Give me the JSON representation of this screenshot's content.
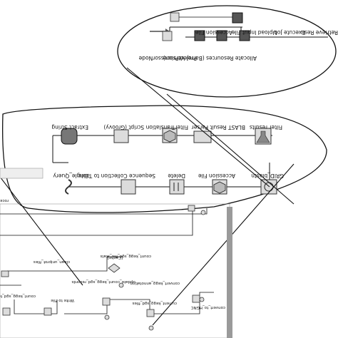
{
  "colors": {
    "line": "#111111",
    "icon_fill": "#dcdcdc",
    "panel": "#eeeeee",
    "highlight": "#9a9a9a"
  },
  "top_workflow": {
    "row1": {
      "accession_file": "Accession File",
      "upload_input_file": "Upload Input File",
      "execute_job": "Execute Job",
      "retrieve_results": "Retrieve Resu"
    },
    "row2": {
      "project_processor": "ProjectProcessorNode",
      "allocate_resources": "Allocate Resources (Barrel Version)"
    }
  },
  "middle_workflow": {
    "row1": {
      "extract_string": "Extract String",
      "filter_translation": "FilterTranslation Script (Groovy)",
      "blast_parser": "BLAST Result Parser",
      "filter_results": "Filter results"
    },
    "row2": {
      "single_query": "Single_Query",
      "sequence_collection": "Sequence Collection to Table",
      "delete": "Delete",
      "accession_file": "Accession File",
      "grid_blastn": "GRID_blastn"
    }
  },
  "bottom_workflow": {
    "left_label": "rocess",
    "label_a": "clean_uniprot_files",
    "label_b": "count_kegg_sgd_file_stats",
    "label_c": "update_count_kegg_sgd_records",
    "label_d": "convert_kegg_annotation",
    "label_e": "count_kegg_sgd_to_uniprot",
    "label_f": "Write to File",
    "label_g": "current_kegg_sgd_files",
    "label_h": "convert_to_HGNC",
    "cache_tag": "[Cache]"
  }
}
